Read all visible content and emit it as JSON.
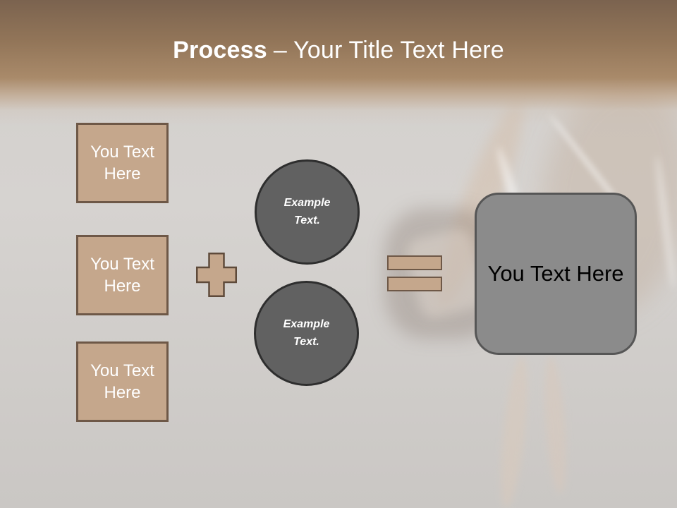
{
  "title": {
    "bold": "Process",
    "regular": "– Your Title Text Here"
  },
  "boxes": [
    {
      "label": "You Text Here"
    },
    {
      "label": "You Text Here"
    },
    {
      "label": "You Text Here"
    }
  ],
  "circles": [
    {
      "label": "Example Text."
    },
    {
      "label": "Example Text."
    }
  ],
  "result": {
    "label": "You Text Here"
  },
  "icons": {
    "plus": "+",
    "equals": "="
  },
  "colors": {
    "header_brown_dark": "#7b634f",
    "header_brown": "#a98a6a",
    "background_gray": "#d2cfcc",
    "shape_tan": "#c5a78c",
    "shape_tan_border": "#6e5847",
    "circle_gray": "#616161",
    "circle_border": "#2e2e2e",
    "result_gray": "#8b8b8b",
    "result_border": "#565656",
    "title_text": "#ffffff",
    "box_text": "#ffffff",
    "circle_text": "#ffffff",
    "result_text": "#000000"
  }
}
